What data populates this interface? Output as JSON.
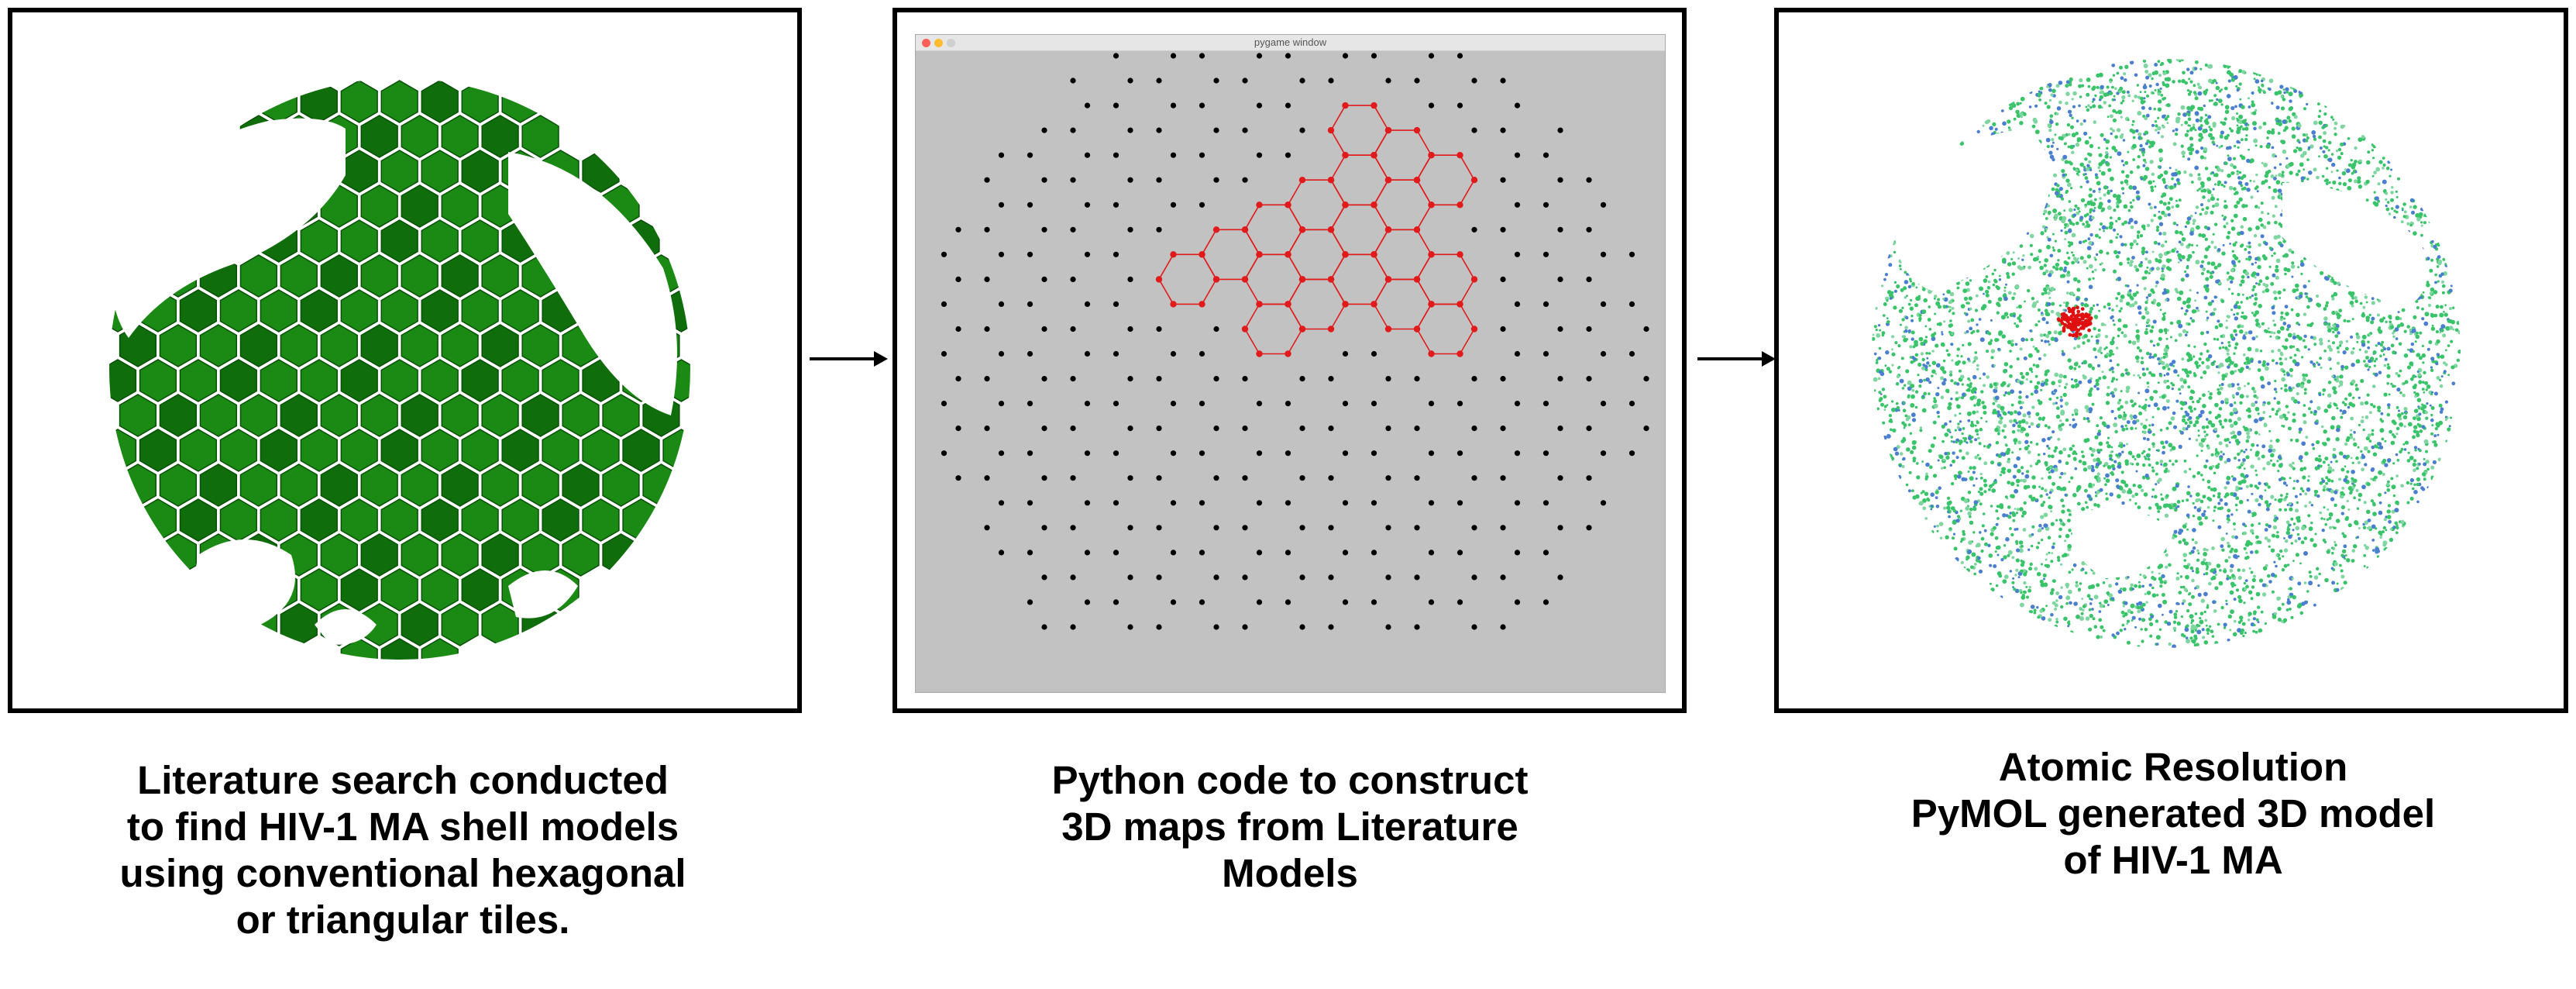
{
  "colors": {
    "tile_green": "#1a8a14",
    "tile_green_dark": "#0f6d0c",
    "pygame_bg": "#c2c2c2",
    "lattice_dot": "#000000",
    "hex_red": "#e11b1b",
    "atom_green": "#39c46a",
    "atom_blue": "#4a7fd0",
    "atom_red": "#e01010"
  },
  "panels": {
    "left": {
      "icon": "hexagonal-shell-model-render"
    },
    "middle": {
      "window_title": "pygame window",
      "icon": "pygame-lattice-window"
    },
    "right": {
      "icon": "pymol-atomic-model-render"
    }
  },
  "captions": {
    "left": [
      "Literature search conducted",
      "to find HIV-1 MA shell models",
      "using conventional hexagonal",
      "or triangular tiles."
    ],
    "middle": [
      "Python code to construct",
      "3D maps from Literature",
      "Models"
    ],
    "right": [
      "Atomic Resolution",
      "PyMOL generated 3D model",
      "of HIV-1 MA"
    ]
  }
}
